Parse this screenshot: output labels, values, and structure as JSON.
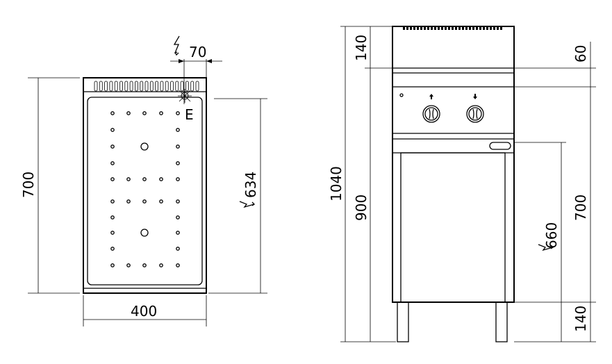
{
  "top_view": {
    "width_label": "400",
    "depth_label": "700",
    "connection_depth_label": "634",
    "connection_offset_label": "70",
    "connection_marker": "E",
    "electric_symbol": "electric-connection-icon"
  },
  "front_view": {
    "total_height_label": "1040",
    "top_section_label": "140",
    "body_height_label": "900",
    "panel_offset_label": "60",
    "cabinet_height_label": "700",
    "connection_height_label": "660",
    "leg_height_label": "140",
    "electric_symbol": "electric-connection-icon"
  }
}
